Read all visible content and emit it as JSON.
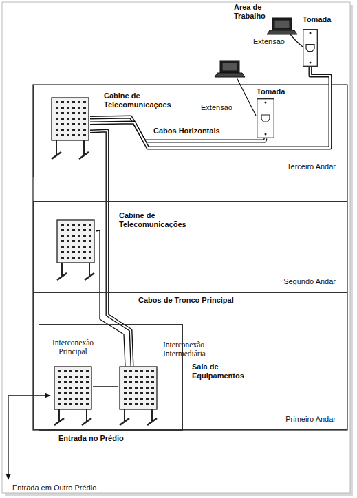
{
  "diagram": {
    "nodes": [
      {
        "text": [
          "Tomada"
        ]
      },
      {
        "text": [
          "Terceiro Andar"
        ]
      },
      {
        "text": [
          "Cabine de Telecomunicações"
        ],
        "in": 1
      },
      {
        "text": [
          "Tomada"
        ],
        "in": 1
      },
      {
        "text": [
          "Segundo Andar"
        ]
      },
      {
        "text": [
          "Cabine de Telecomunicações"
        ],
        "in": 4
      },
      {
        "text": [
          "Primeiro Andar"
        ]
      },
      {
        "text": [
          "Sala de Equipamentos"
        ],
        "in": 6
      },
      {
        "text": [
          "Interconexão Principal"
        ],
        "in": 7
      },
      {
        "text": [
          "Interconexão Intermediária"
        ],
        "in": 7
      }
    ],
    "edges": [
      {
        "from": 2,
        "to": 3,
        "label": "Cabos Horizontais",
        "arrow": "none"
      },
      {
        "from": 2,
        "to": 0,
        "arrow": "none"
      },
      {
        "from": 9,
        "to": 2,
        "label": "Cabos de Tronco Principal",
        "arrow": "none"
      },
      {
        "from": 9,
        "to": 5,
        "arrow": "none"
      },
      {
        "from": 8,
        "to": 9,
        "arrow": "none"
      }
    ],
    "labels": [
      "Area de Trabalho",
      "Extensão",
      "Extensão",
      "Entrada no Prédio",
      "Entrada em Outro Prédio"
    ]
  }
}
